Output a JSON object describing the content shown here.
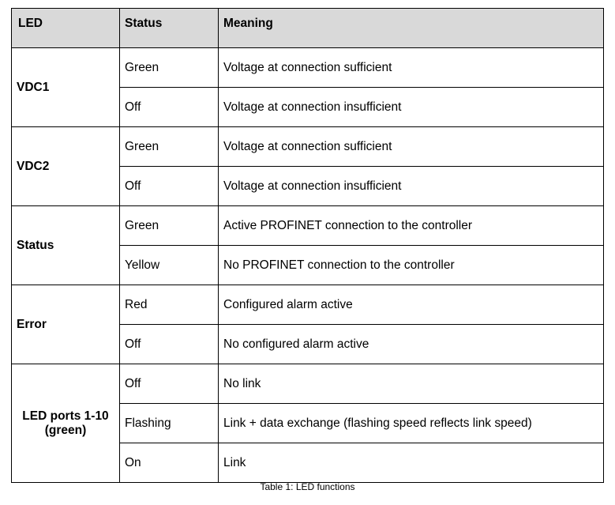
{
  "table": {
    "headers": {
      "led": "LED",
      "status": "Status",
      "meaning": "Meaning"
    },
    "groups": [
      {
        "led": "VDC1",
        "rows": [
          {
            "status": "Green",
            "meaning": "Voltage at connection sufficient"
          },
          {
            "status": "Off",
            "meaning": "Voltage at connection insufficient"
          }
        ]
      },
      {
        "led": "VDC2",
        "rows": [
          {
            "status": "Green",
            "meaning": "Voltage at connection sufficient"
          },
          {
            "status": "Off",
            "meaning": "Voltage at connection insufficient"
          }
        ]
      },
      {
        "led": "Status",
        "rows": [
          {
            "status": "Green",
            "meaning": "Active PROFINET connection to the controller"
          },
          {
            "status": "Yellow",
            "meaning": "No PROFINET connection to the controller"
          }
        ]
      },
      {
        "led": "Error",
        "rows": [
          {
            "status": "Red",
            "meaning": "Configured alarm active"
          },
          {
            "status": "Off",
            "meaning": "No configured alarm active"
          }
        ]
      },
      {
        "led_line1": "LED ports 1-10",
        "led_line2": "(green)",
        "rows": [
          {
            "status": "Off",
            "meaning": "No link"
          },
          {
            "status": "Flashing",
            "meaning": "Link + data exchange (flashing speed reflects link speed)"
          },
          {
            "status": "On",
            "meaning": "Link"
          }
        ]
      }
    ]
  },
  "caption": "Table 1: LED functions",
  "colors": {
    "header_background": "#d9d9d9",
    "border": "#000000",
    "text": "#000000"
  }
}
